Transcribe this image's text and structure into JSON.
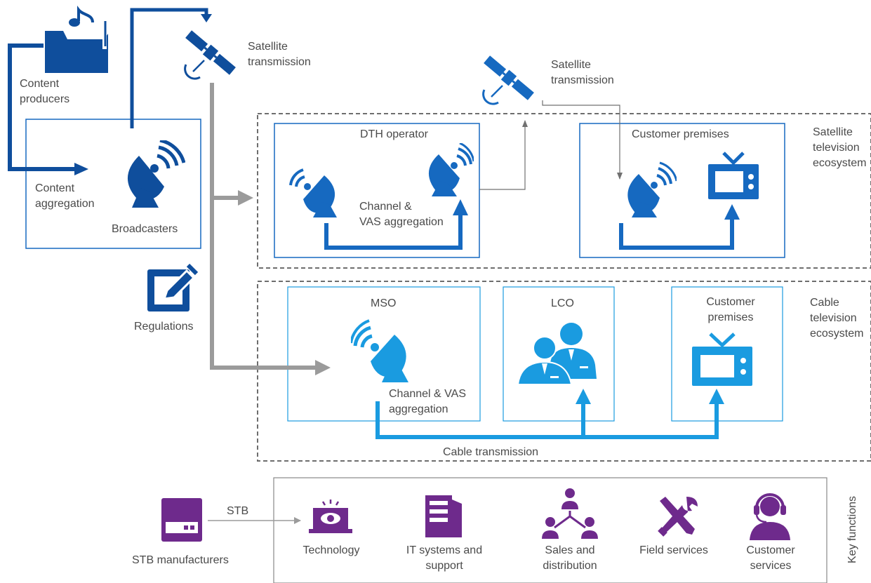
{
  "colors": {
    "dark_blue": "#0F4E9C",
    "mid_blue": "#1669C0",
    "light_blue": "#1A9BE0",
    "purple": "#6E2A8C",
    "gray_arrow": "#9B9B9B",
    "dash_gray": "#6e6e6e",
    "text": "#4a4a4a"
  },
  "labels": {
    "content_producers": [
      "Content",
      "producers"
    ],
    "content_aggregation": [
      "Content",
      "aggregation"
    ],
    "broadcasters": "Broadcasters",
    "satellite_top": [
      "Satellite",
      "transmission"
    ],
    "satellite_right": [
      "Satellite",
      "transmission"
    ],
    "regulations": "Regulations",
    "dth_operator": "DTH operator",
    "dth_aggregation": [
      "Channel &",
      "VAS aggregation"
    ],
    "sat_customer_premises": "Customer premises",
    "satellite_ecosystem": [
      "Satellite",
      "television",
      "ecosystem"
    ],
    "mso": "MSO",
    "lco": "LCO",
    "cable_customer_premises": [
      "Customer",
      "premises"
    ],
    "mso_aggregation": [
      "Channel & VAS",
      "aggregation"
    ],
    "cable_transmission": "Cable transmission",
    "cable_ecosystem": [
      "Cable",
      "television",
      "ecosystem"
    ],
    "stb": "STB",
    "stb_manufacturers": "STB manufacturers",
    "key_functions_title": "Key functions",
    "key_functions": [
      {
        "icon": "eye-laptop-icon",
        "label": [
          "Technology"
        ]
      },
      {
        "icon": "server-icon",
        "label": [
          "IT systems and",
          "support"
        ]
      },
      {
        "icon": "org-chart-people-icon",
        "label": [
          "Sales and",
          "distribution"
        ]
      },
      {
        "icon": "tools-icon",
        "label": [
          "Field services"
        ]
      },
      {
        "icon": "headset-agent-icon",
        "label": [
          "Customer",
          "services"
        ]
      }
    ]
  }
}
